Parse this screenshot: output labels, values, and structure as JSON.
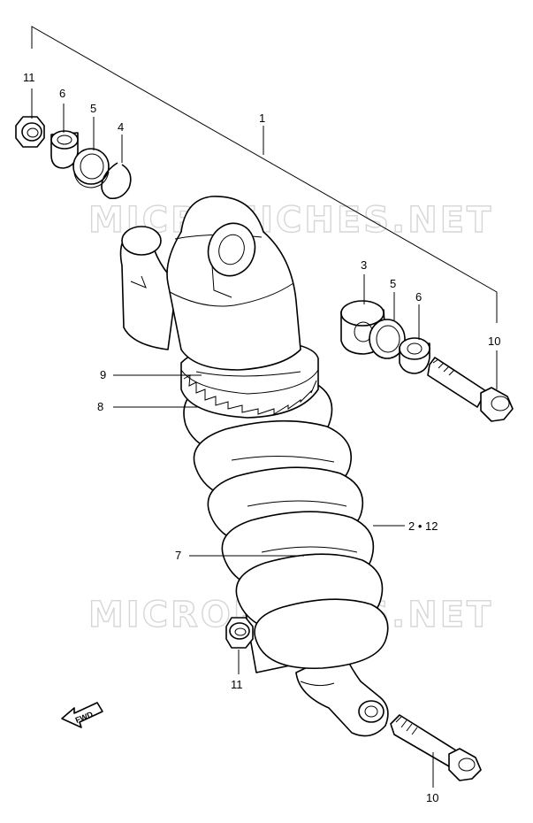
{
  "watermarks": [
    "MICROFICHES.NET",
    "MICROFICHES.NET"
  ],
  "fwd_label": "FWD",
  "callouts": {
    "c1": "1",
    "c11_top": "11",
    "c6_top": "6",
    "c5_top": "5",
    "c4": "4",
    "c3": "3",
    "c5_right": "5",
    "c6_right": "6",
    "c10_right": "10",
    "c9": "9",
    "c8": "8",
    "c2_12": "2 • 12",
    "c7": "7",
    "c11_bottom": "11",
    "c10_bottom": "10"
  }
}
